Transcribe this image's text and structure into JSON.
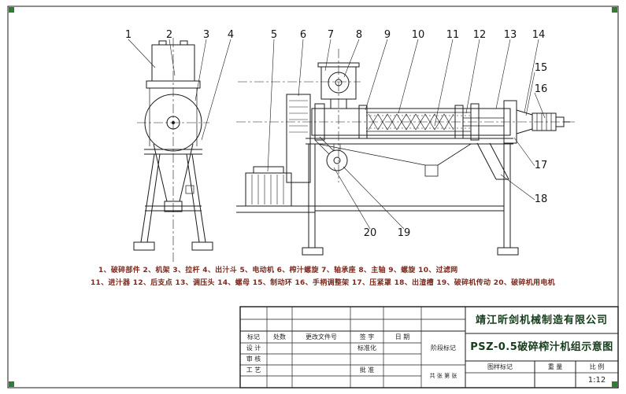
{
  "colors": {
    "line": "#1b1b1b",
    "corner_mark_green": "#2e7d32",
    "parts_list_red": "#7a2a1e",
    "title_green": "#153c1a",
    "background": "#ffffff"
  },
  "callout_labels": [
    "1",
    "2",
    "3",
    "4",
    "5",
    "6",
    "7",
    "8",
    "9",
    "10",
    "11",
    "12",
    "13",
    "14",
    "15",
    "16",
    "17",
    "18",
    "19",
    "20"
  ],
  "parts_list": {
    "line1": "1、破碎部件 2、机架 3、拉杆 4、出汁斗 5、电动机 6、榨汁螺旋 7、轴承座 8、主轴 9、螺旋 10、过滤网",
    "line2": "11、进汁器 12、后支点 13、调压头 14、螺母 15、制动环 16、手柄调整架 17、压紧罩 18、出渣槽 19、破碎机传动 20、破碎机用电机"
  },
  "title_block": {
    "company": "靖江昕剑机械制造有限公司",
    "drawing_title": "PSZ-0.5破碎榨汁机组示意图",
    "col_mark": "标记",
    "col_count": "处数",
    "col_change_doc": "更改文件号",
    "col_sign": "签 字",
    "col_date": "日 期",
    "row_design": "设 计",
    "row_standardize": "标准化",
    "row_check": "审 核",
    "row_process": "工 艺",
    "row_approve": "批 准",
    "stage_mark": "阶段标记",
    "sheet_info": "共 张 第 张",
    "drawing_mark_label": "图样标记",
    "weight_label": "重 量",
    "scale_label": "比 例",
    "scale_value": "1:12"
  }
}
